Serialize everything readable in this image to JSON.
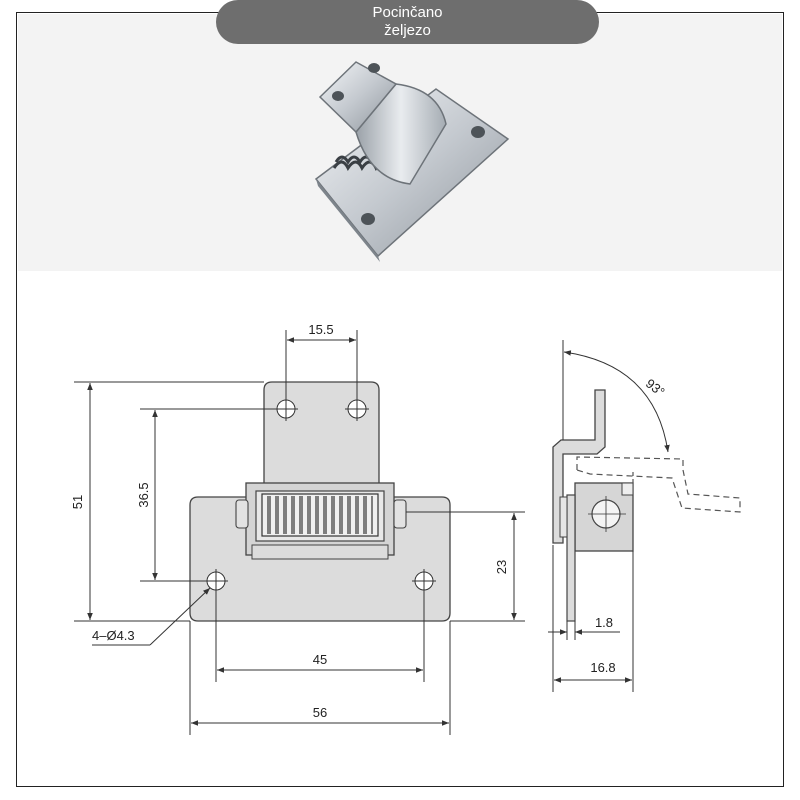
{
  "material_label": {
    "line1": "Pocinčano",
    "line2": "željezo"
  },
  "dimensions": {
    "hole_spacing_top": "15.5",
    "overall_height": "51",
    "hole_spacing_vertical": "36.5",
    "base_height": "23",
    "hole_callout": "4–Ø4.3",
    "base_hole_spacing": "45",
    "base_width": "56",
    "rotation_angle": "93°",
    "thickness": "1.8",
    "depth": "16.8"
  }
}
